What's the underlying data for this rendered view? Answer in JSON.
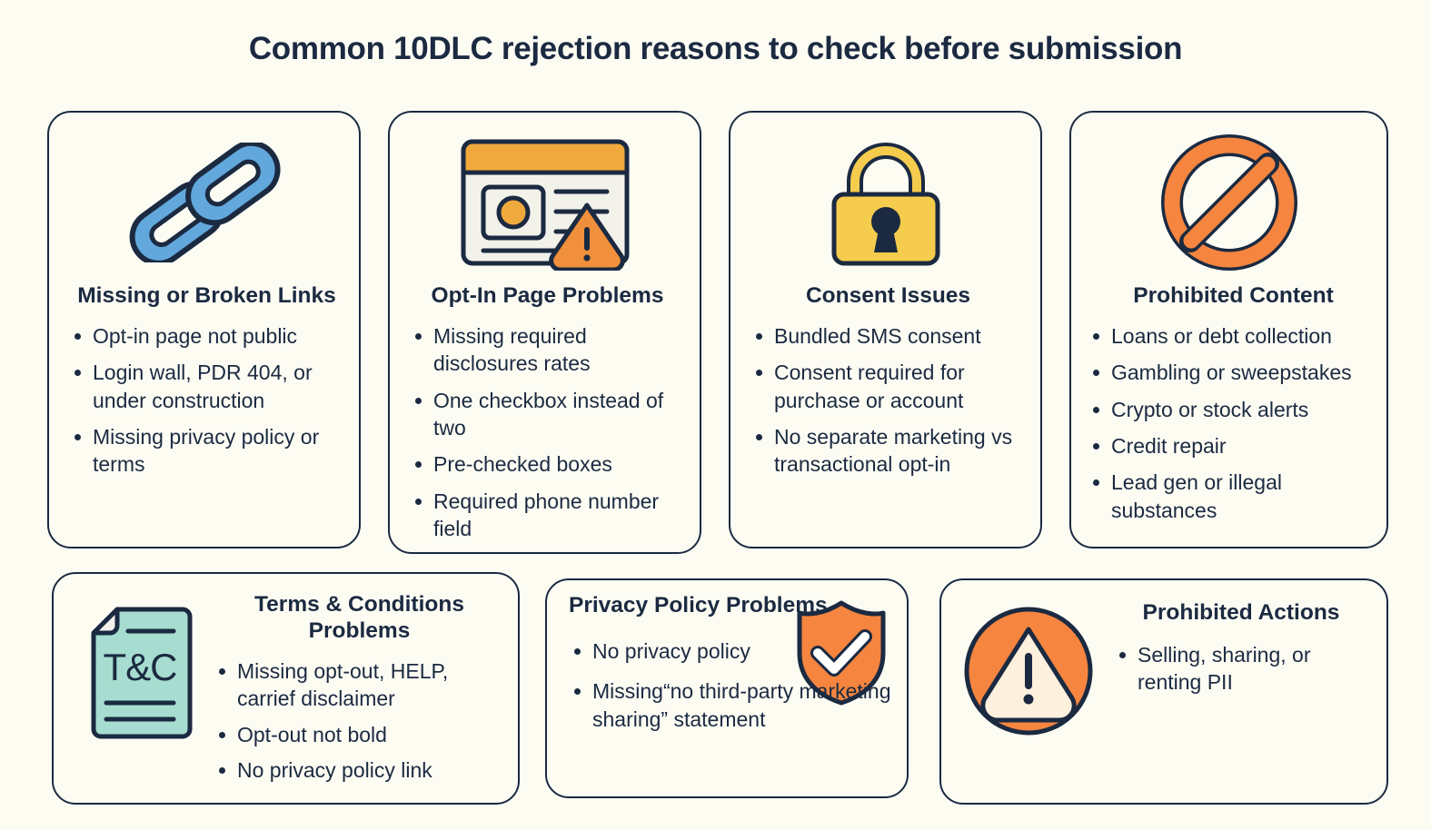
{
  "page": {
    "title": "Common 10DLC rejection reasons to check before submission",
    "background_color": "#fdfcf3",
    "ink_color": "#1b2a41"
  },
  "palette": {
    "navy": "#1b2a41",
    "blue": "#62a8dd",
    "orange": "#f5853f",
    "amber": "#f0a93c",
    "yellow": "#f5cc4d",
    "mint": "#a6ddd0",
    "cream": "#fdf0dc",
    "paper": "#f2f1ea"
  },
  "cards": [
    {
      "id": "links",
      "icon": "chain-links-icon",
      "title": "Missing or Broken Links",
      "bullets": [
        "Opt-in page not public",
        "Login wall, PDR 404, or under construction",
        "Missing privacy policy or terms"
      ]
    },
    {
      "id": "optin",
      "icon": "opt-in-page-warning-icon",
      "title": "Opt-In Page Problems",
      "bullets": [
        "Missing required disclosures rates",
        "One checkbox instead of two",
        "Pre-checked boxes",
        "Required phone number field"
      ]
    },
    {
      "id": "consent",
      "icon": "padlock-icon",
      "title": "Consent Issues",
      "bullets": [
        "Bundled SMS consent",
        "Consent required for purchase or account",
        "No separate marketing vs transactional opt-in"
      ]
    },
    {
      "id": "prohibited",
      "icon": "prohibition-sign-icon",
      "title": "Prohibited Content",
      "bullets": [
        "Loans or debt collection",
        "Gambling or sweepstakes",
        "Crypto or stock alerts",
        "Credit repair",
        "Lead gen or illegal substances"
      ]
    },
    {
      "id": "terms",
      "icon": "terms-document-icon",
      "icon_label": "T&C",
      "title": "Terms & Conditions Problems",
      "bullets": [
        "Missing opt-out, HELP, carrief disclaimer",
        "Opt-out not bold",
        "No privacy policy link"
      ]
    },
    {
      "id": "privacy",
      "icon": "shield-check-icon",
      "title": "Privacy Policy Problems",
      "bullets": [
        "No privacy policy",
        "Missing“no third-party marketing sharing” statement"
      ]
    },
    {
      "id": "actions",
      "icon": "alert-circle-icon",
      "title": "Prohibited Actions",
      "bullets": [
        "Selling, sharing, or renting PII"
      ]
    }
  ]
}
